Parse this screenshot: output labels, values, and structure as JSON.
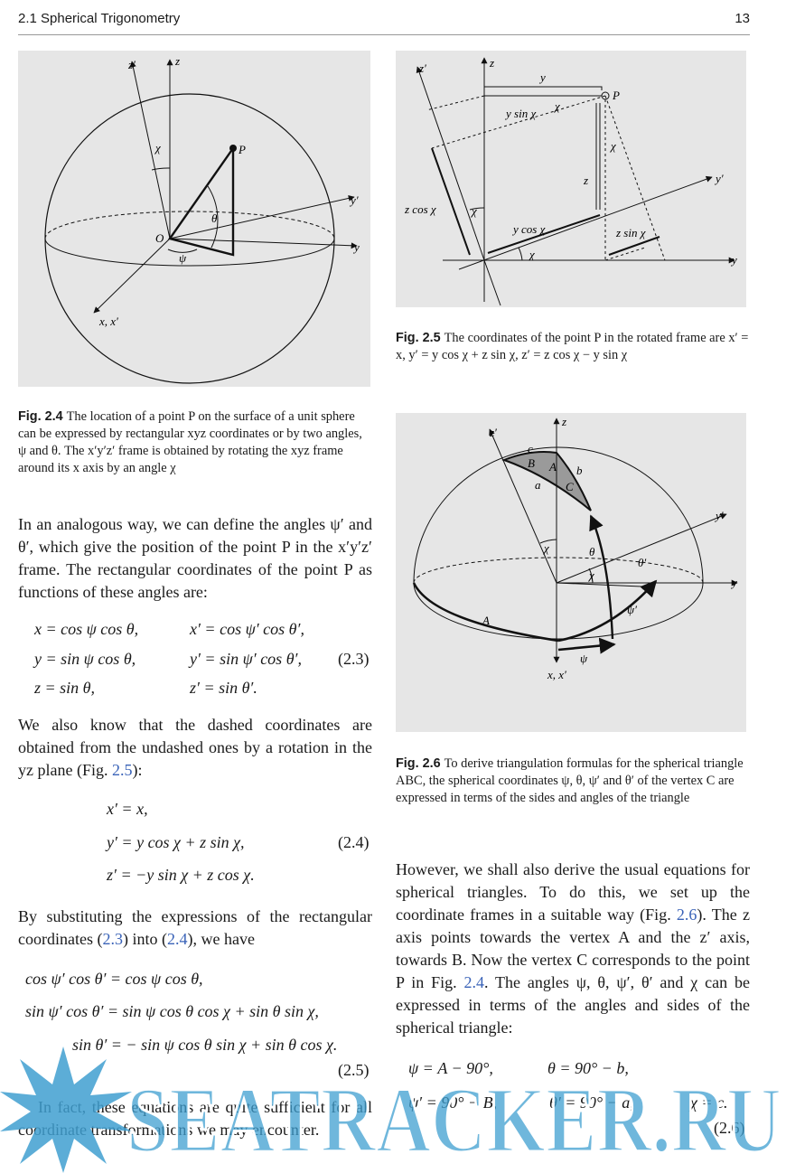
{
  "header": {
    "section": "2.1   Spherical Trigonometry",
    "page": "13"
  },
  "fig24": {
    "labels": {
      "z_prime": "z′",
      "z": "z",
      "chi": "χ",
      "p": "P",
      "y_prime": "y′",
      "theta": "θ",
      "o": "O",
      "y": "y",
      "psi": "ψ",
      "x": "x, x′"
    },
    "caption_num": "Fig. 2.4",
    "caption": "The location of a point P on the surface of a unit sphere can be expressed by rectangular xyz coordinates or by two angles, ψ and θ. The x′y′z′ frame is obtained by rotating the xyz frame around its x axis by an angle χ"
  },
  "fig25": {
    "labels": {
      "z_prime": "z′",
      "z": "z",
      "y_top": "y",
      "ysinchi": "y sin χ",
      "chi_top": "χ",
      "p": "P",
      "chi_right": "χ",
      "z_mid": "z",
      "y_prime": "y′",
      "zcoschi": "z cos χ",
      "chi_left": "χ",
      "ycoschi": "y cos χ",
      "zsinchi": "z sin χ",
      "chi_bottom": "χ",
      "y": "y"
    },
    "caption_num": "Fig. 2.5",
    "caption": "The coordinates of the point P in the rotated frame are x′ = x, y′ = y cos χ + z sin χ, z′ = z cos χ − y sin χ"
  },
  "fig26": {
    "labels": {
      "z_prime": "z′",
      "z": "z",
      "c": "c",
      "b_angle": "B",
      "a_angle": "A",
      "b_side": "b",
      "c_angle": "C",
      "a_side": "a",
      "y_prime": "y′",
      "chi": "χ",
      "theta": "θ",
      "theta_prime": "θ′",
      "chi2": "χ",
      "y": "y",
      "psi_prime": "ψ′",
      "a_big": "A",
      "psi": "ψ",
      "x": "x, x′"
    },
    "caption_num": "Fig. 2.6",
    "caption": "To derive triangulation formulas for the spherical triangle ABC, the spherical coordinates ψ, θ, ψ′ and θ′ of the vertex C are expressed in terms of the sides and angles of the triangle"
  },
  "left": {
    "para1": "In an analogous way, we can define the angles ψ′ and θ′, which give the position of the point P in the x′y′z′ frame. The rectangular coordinates of the point P as functions of these angles are:",
    "eq23": {
      "l1": "x = cos ψ cos θ,",
      "r1": "x′ = cos ψ′ cos θ′,",
      "l2": "y = sin ψ cos θ,",
      "r2": "y′ = sin ψ′ cos θ′,",
      "l3": "z = sin θ,",
      "r3": "z′ = sin θ′.",
      "num": "(2.3)"
    },
    "para2a": "We also know that the dashed coordinates are obtained from the undashed ones by a rotation in the yz plane (Fig.",
    "para2ref": "2.5",
    "para2b": "):",
    "eq24": {
      "l1": "x′ = x,",
      "l2": "y′ = y cos χ + z sin χ,",
      "l3": "z′ = −y sin χ + z cos χ.",
      "num": "(2.4)"
    },
    "para3a": "By substituting the expressions of the rectangular coordinates (",
    "para3ref1": "2.3",
    "para3b": ") into (",
    "para3ref2": "2.4",
    "para3c": "), we have",
    "eq25": {
      "l1": "cos ψ′ cos θ′ = cos ψ cos θ,",
      "l2": "sin ψ′ cos θ′ = sin ψ cos θ cos χ + sin θ sin χ,",
      "l3": "sin θ′ = − sin ψ cos θ sin χ + sin θ cos χ.",
      "num": "(2.5)"
    },
    "para4": "In fact, these equations are quite sufficient for all coordinate transformations we may encounter."
  },
  "right": {
    "para1a": "However, we shall also derive the usual equations for spherical triangles. To do this, we set up the coordinate frames in a suitable way (Fig.",
    "para1ref1": "2.6",
    "para1b": "). The z axis points towards the vertex A and the z′ axis, towards B. Now the vertex C corresponds to the point P in Fig.",
    "para1ref2": "2.4",
    "para1c": ". The angles ψ, θ, ψ′, θ′ and χ can be expressed in terms of the angles and sides of the spherical triangle:",
    "eq26": {
      "a": "ψ = A − 90°,",
      "b": "θ = 90° − b,",
      "c": "ψ′ = 90° − B,",
      "d": "θ′ = 90° − a,",
      "e": "χ = c.",
      "num": "(2.6)"
    }
  },
  "watermark": {
    "text": "SEATRACKER.RU",
    "color": "#3f9fd0"
  }
}
